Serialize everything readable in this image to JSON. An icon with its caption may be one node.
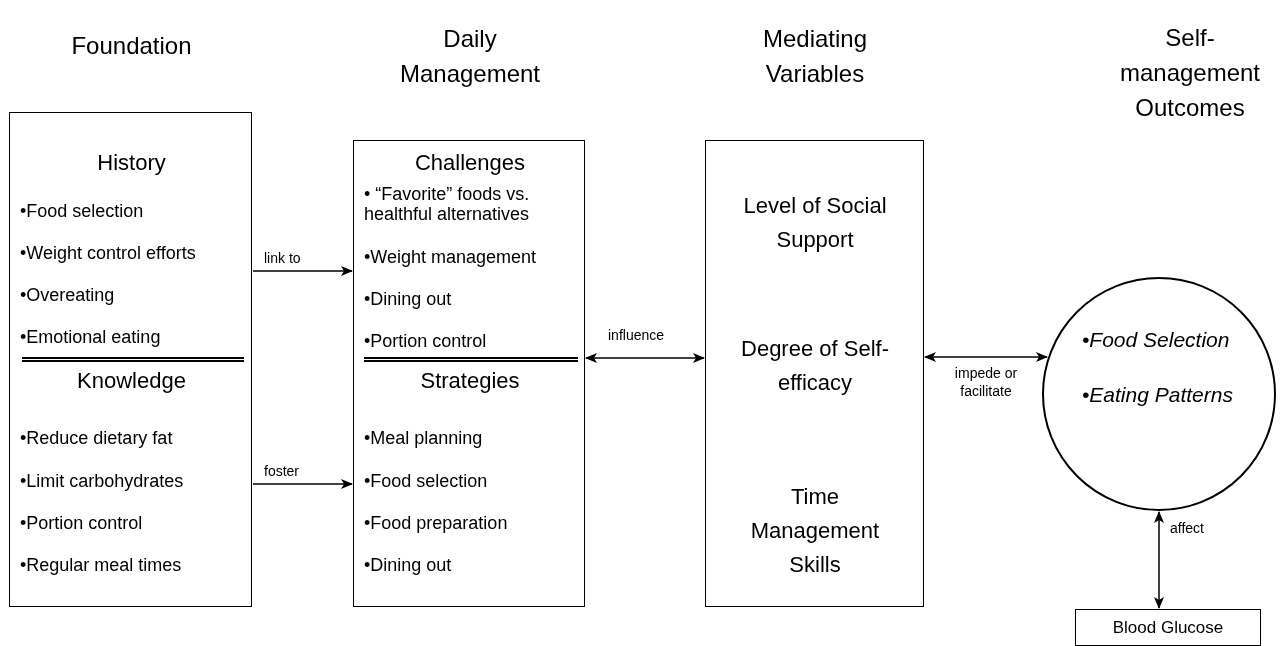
{
  "diagram": {
    "nodes": [
      {
        "text": [
          "Foundation"
        ]
      },
      {
        "text": [
          "History",
          "•Food selection",
          "•Weight control efforts",
          "•Overeating",
          "•Emotional eating"
        ],
        "in": 0
      },
      {
        "text": [
          "Knowledge",
          "•Reduce dietary fat",
          "•Limit carbohydrates",
          "•Portion control",
          "•Regular meal times"
        ],
        "in": 0
      },
      {
        "text": [
          "Daily Management"
        ]
      },
      {
        "text": [
          "Challenges",
          "• “Favorite” foods vs. healthful alternatives",
          "•Weight management",
          "•Dining out",
          "•Portion control"
        ],
        "in": 3
      },
      {
        "text": [
          "Strategies",
          "•Meal planning",
          "•Food selection",
          "•Food preparation",
          "•Dining out"
        ],
        "in": 3
      },
      {
        "text": [
          "Mediating Variables",
          "Level of Social Support",
          "Degree of Self-efficacy",
          "Time Management Skills"
        ]
      },
      {
        "text": [
          "•Food Selection",
          "•Eating Patterns"
        ]
      },
      {
        "text": [
          "Blood Glucose"
        ]
      }
    ],
    "edges": [
      {
        "from": 1,
        "to": 4,
        "arrow": "to",
        "label": "link to"
      },
      {
        "from": 2,
        "to": 5,
        "arrow": "to",
        "label": "foster"
      },
      {
        "from": 3,
        "to": 6,
        "arrow": "both",
        "label": "influence"
      },
      {
        "from": 6,
        "to": 7,
        "arrow": "both",
        "label": "impede or facilitate"
      },
      {
        "from": 7,
        "to": 8,
        "arrow": "both",
        "label": "affect"
      }
    ],
    "labels": [
      "Self-management Outcomes"
    ]
  }
}
